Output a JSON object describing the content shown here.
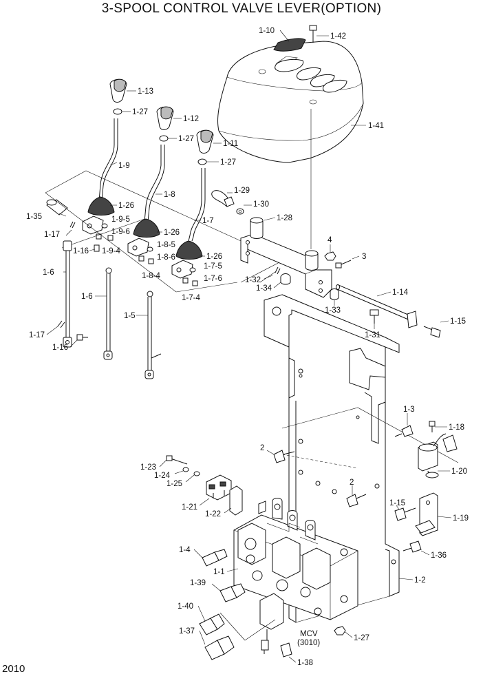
{
  "title": "3-SPOOL CONTROL VALVE LEVER(OPTION)",
  "page_number": "2010",
  "mcv_label": "MCV",
  "mcv_sub": "(3010)",
  "callouts": [
    "1-10",
    "1-42",
    "1-41",
    "1-13",
    "1-27",
    "1-12",
    "1-27",
    "1-11",
    "1-27",
    "1-9",
    "1-8",
    "1-7",
    "1-29",
    "1-30",
    "1-28",
    "1-35",
    "1-26",
    "1-17",
    "1-9-5",
    "1-9-6",
    "1-16",
    "1-9-4",
    "1-26",
    "1-8-5",
    "1-8-6",
    "1-8-4",
    "1-26",
    "1-7-5",
    "1-7-6",
    "1-7-4",
    "1-6",
    "1-6",
    "1-5",
    "1-17",
    "1-16",
    "4",
    "3",
    "1-32",
    "1-34",
    "1-33",
    "1-14",
    "1-15",
    "1-31",
    "1-3",
    "1-18",
    "2",
    "1-20",
    "1-23",
    "1-24",
    "1-25",
    "1-21",
    "1-22",
    "2",
    "1-15",
    "1-19",
    "1-4",
    "1-1",
    "1-36",
    "1-2",
    "1-39",
    "1-40",
    "1-37",
    "1-27",
    "1-38"
  ]
}
